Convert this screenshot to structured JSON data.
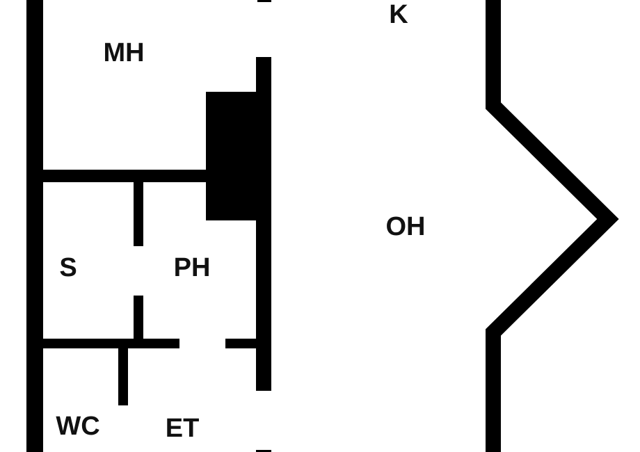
{
  "floor_plan": {
    "wall_color": "#000000",
    "background_color": "#ffffff",
    "rooms": {
      "master_bedroom": "MH",
      "kitchen": "K",
      "sauna": "S",
      "washroom": "PH",
      "living_room": "OH",
      "toilet": "WC",
      "entrance_hall": "ET"
    }
  }
}
